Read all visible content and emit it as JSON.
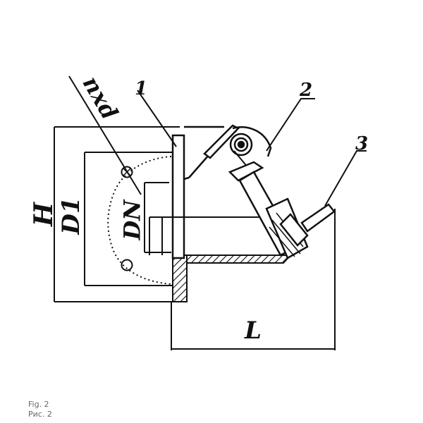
{
  "diagram": {
    "labels": {
      "height": "H",
      "flange_diameter": "D1",
      "nominal_diameter": "DN",
      "bolt_holes": "nxd",
      "length": "L"
    },
    "callouts": [
      "1",
      "2",
      "3"
    ]
  },
  "captions": {
    "english": "Fig. 2",
    "russian": "Рис. 2"
  },
  "colors": {
    "line": "#111111",
    "background": "#ffffff",
    "caption": "#666666"
  }
}
